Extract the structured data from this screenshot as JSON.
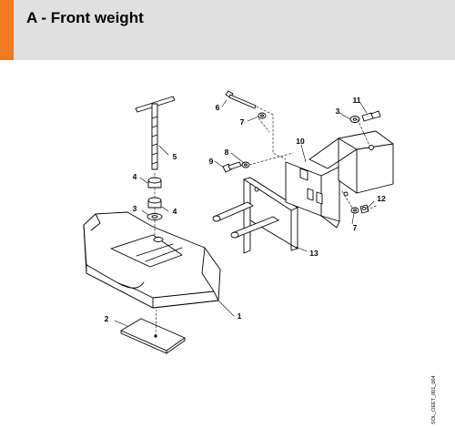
{
  "header": {
    "title": "A - Front weight",
    "accent_color": "#f37a1f",
    "background_color": "#e0e0e0"
  },
  "diagram": {
    "callouts": {
      "c1": "1",
      "c2": "2",
      "c3a": "3",
      "c3b": "3",
      "c4a": "4",
      "c4b": "4",
      "c5": "5",
      "c6": "6",
      "c7a": "7",
      "c7b": "7",
      "c8": "8",
      "c9": "9",
      "c10": "10",
      "c11": "11",
      "c12": "12",
      "c13": "13"
    },
    "reference_code": "SOL_OEET_001_004"
  }
}
